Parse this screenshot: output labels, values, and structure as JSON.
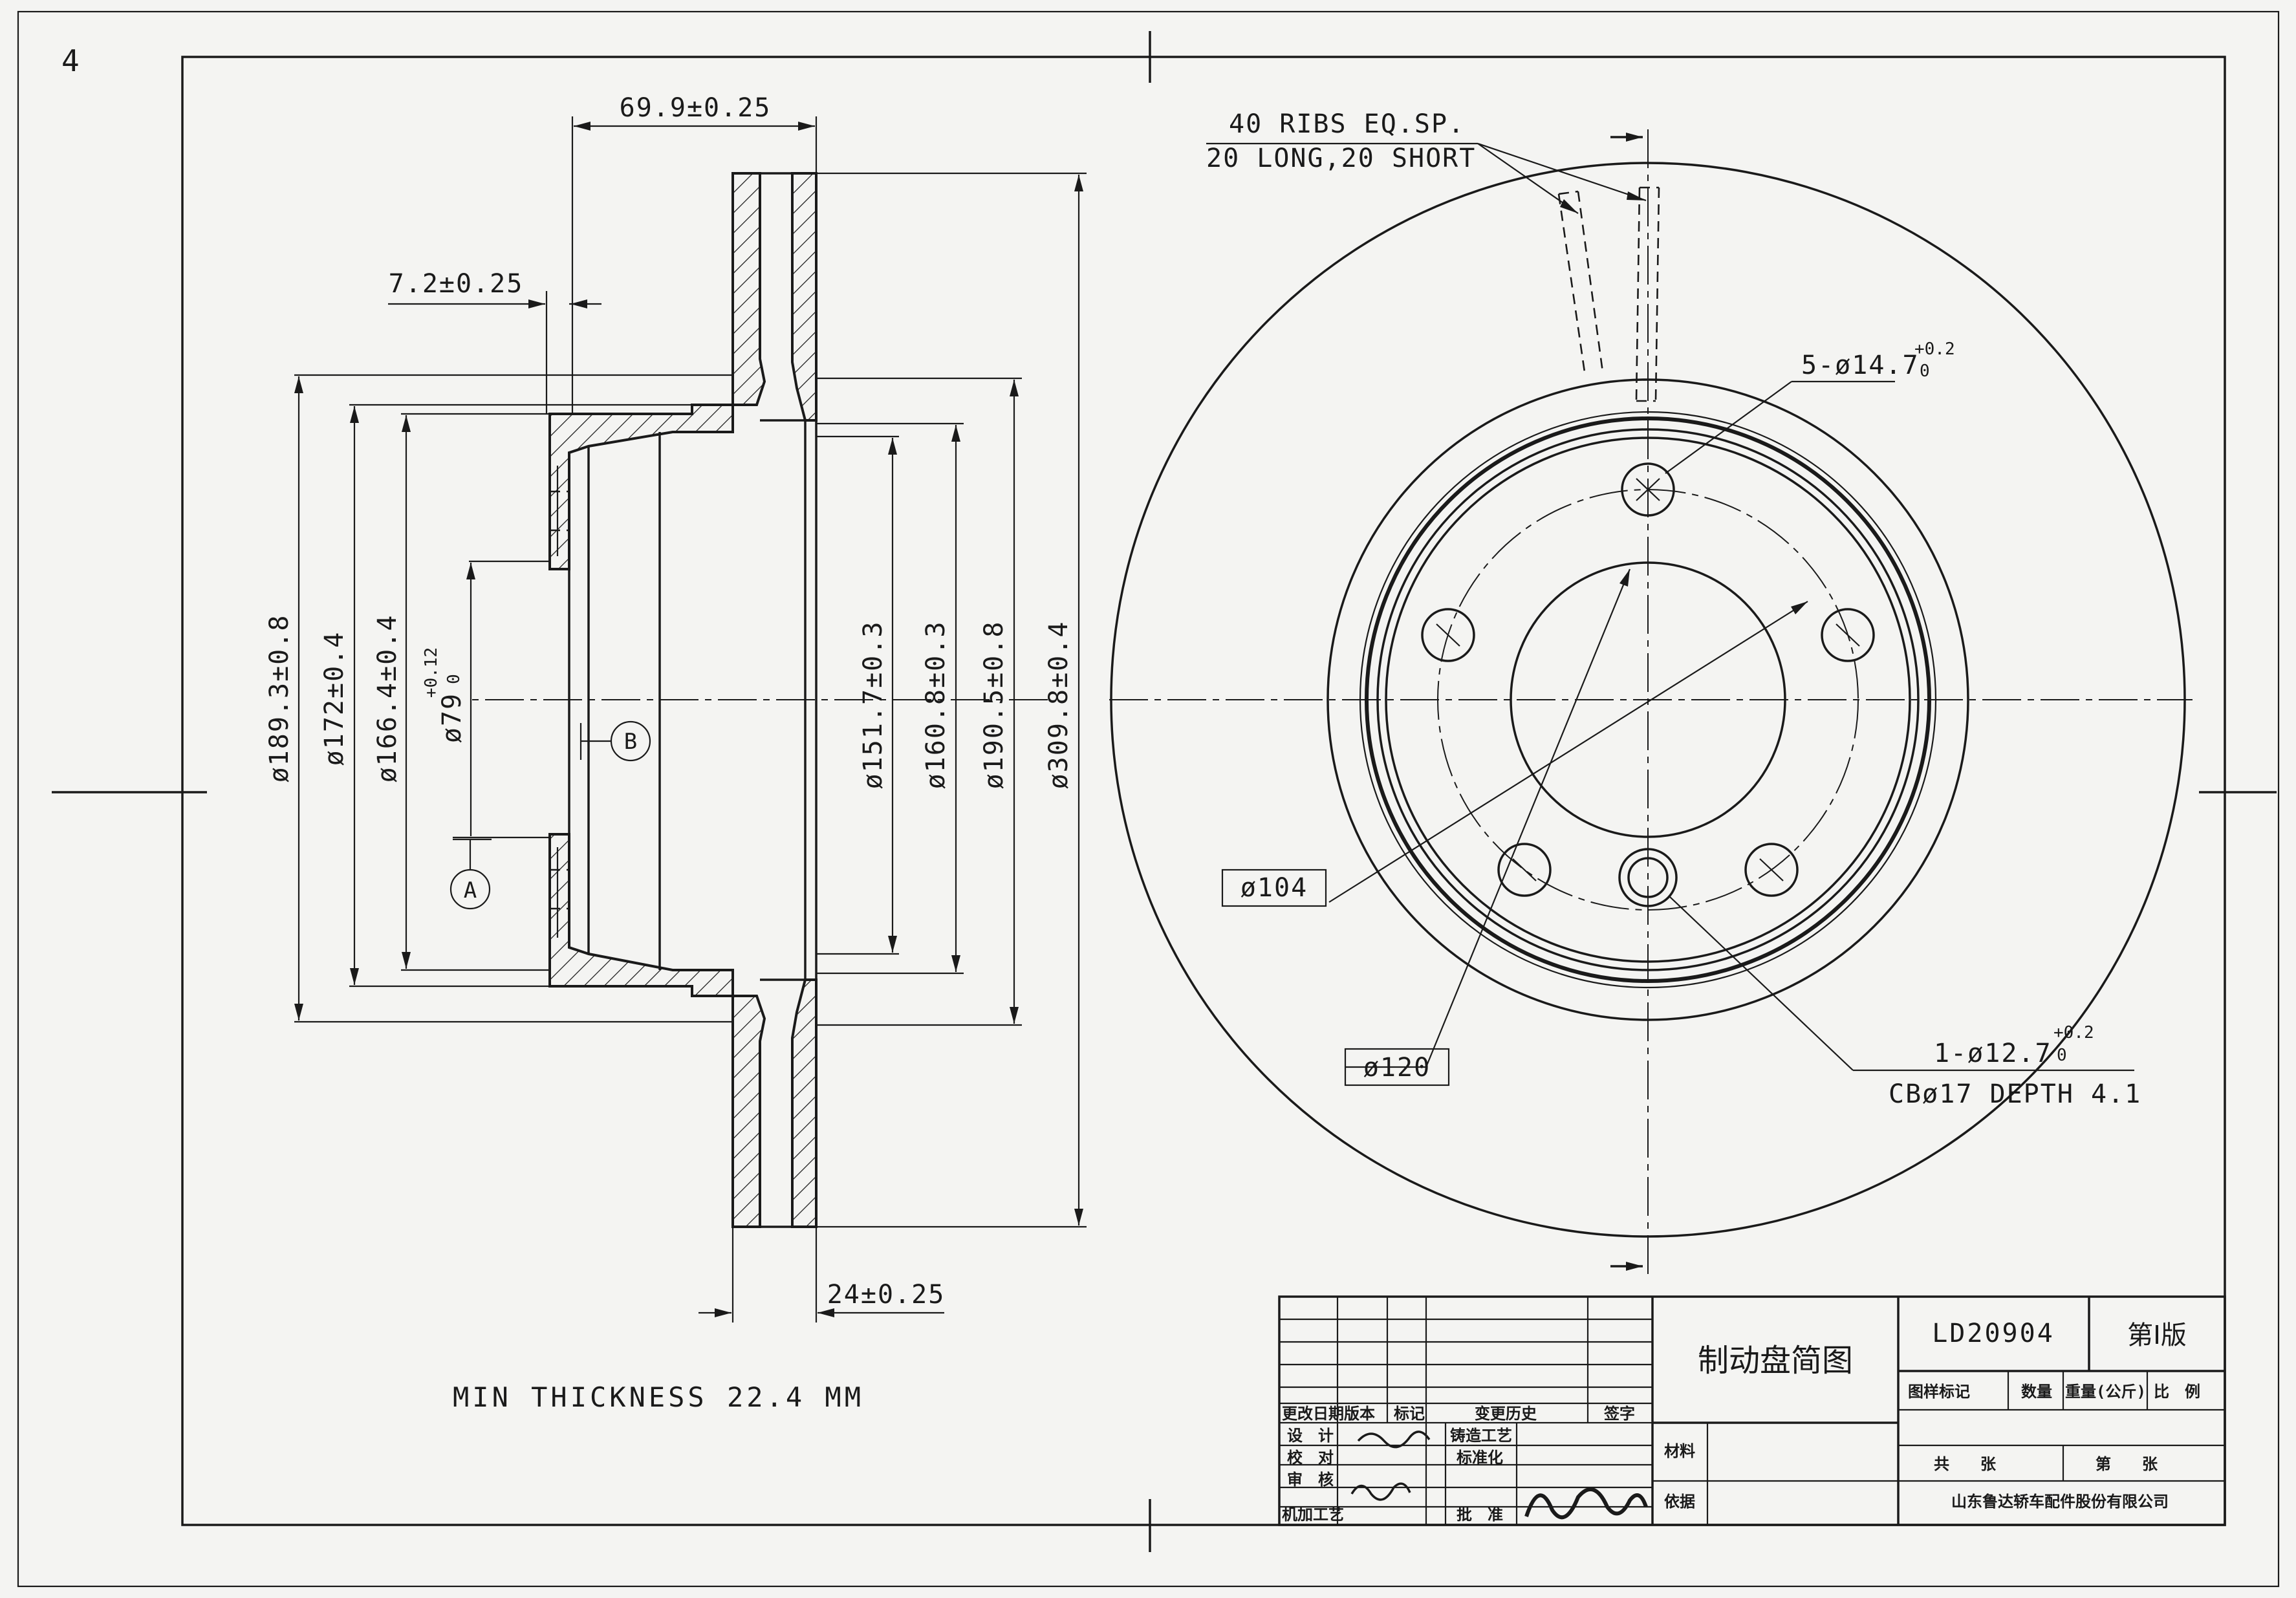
{
  "sheet": {
    "page_number": "4",
    "note": "MIN THICKNESS 22.4 MM"
  },
  "section_view": {
    "dims": {
      "hub_offset": "69.9±0.25",
      "hat_thickness": "7.2±0.25",
      "d_189": "ø189.3±0.8",
      "d_172": "ø172±0.4",
      "d_166": "ø166.4±0.4",
      "d_79": "ø79",
      "d_79_tol": "+0.12",
      "d_79_tol_low": "0",
      "d_151": "ø151.7±0.3",
      "d_160": "ø160.8±0.3",
      "d_190": "ø190.5±0.8",
      "d_309": "ø309.8±0.4",
      "rotor_thickness": "24±0.25"
    },
    "datums": {
      "a": "A",
      "b": "B"
    }
  },
  "front_view": {
    "ribs_line1": "40 RIBS EQ.SP.",
    "ribs_line2": "20 LONG,20 SHORT",
    "bolt_holes": "5-ø14.7",
    "bolt_holes_tol_high": "+0.2",
    "bolt_holes_tol_low": "0",
    "locating_hole": "1-ø12.7",
    "locating_hole_tol_high": "+0.2",
    "locating_hole_tol_low": "0",
    "counterbore": "CBø17 DEPTH 4.1",
    "pcd_box": "ø104",
    "pilot_box": "ø120"
  },
  "title_block": {
    "drawing_title": "制动盘简图",
    "part_number": "LD20904",
    "edition": "第Ⅰ版",
    "h_stage_mark": "图样标记",
    "h_qty": "数量",
    "h_weight": "重量(公斤)",
    "h_scale": "比　例",
    "total_sheets": "共　　张",
    "sheet_no": "第　　张",
    "company": "山东鲁达轿车配件股份有限公司",
    "material_label": "材料",
    "basis_label": "依据",
    "rev_date": "更改日期",
    "rev_version": "版本",
    "rev_mark": "标记",
    "rev_history": "变更历史",
    "rev_sign": "签字",
    "row_design": "设　计",
    "row_proof": "校　对",
    "row_review": "审　核",
    "row_machining": "机加工艺",
    "row_casting": "铸造工艺",
    "row_standard": "标准化",
    "row_approve": "批　准"
  }
}
